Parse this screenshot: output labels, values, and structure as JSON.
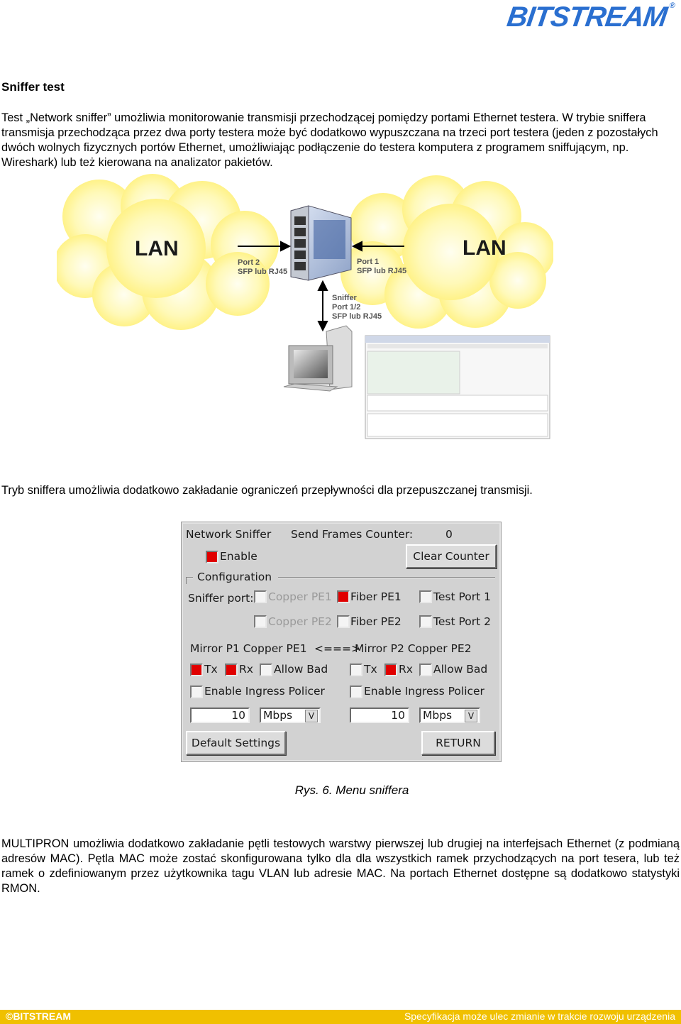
{
  "brand": {
    "logo": "BITSTREAM",
    "registered": "®"
  },
  "heading": "Sniffer test",
  "paragraph1": "Test „Network sniffer” umożliwia monitorowanie transmisji przechodzącej pomiędzy portami Ethernet testera. W trybie sniffera transmisja przechodząca przez dwa porty testera może być dodatkowo wypuszczana na trzeci port testera (jeden z pozostałych dwóch wolnych fizycznych portów Ethernet, umożliwiając podłączenie do testera komputera z programem sniffującym, np. Wireshark) lub też kierowana na analizator pakietów.",
  "diagram": {
    "lan_left": "LAN",
    "lan_right": "LAN",
    "port2_line1": "Port 2",
    "port2_line2": "SFP lub RJ45",
    "port1_line1": "Port 1",
    "port1_line2": "SFP lub RJ45",
    "sniffer_line1": "Sniffer",
    "sniffer_line2": "Port 1/2",
    "sniffer_line3": "SFP lub RJ45"
  },
  "paragraph2": "Tryb sniffera umożliwia dodatkowo zakładanie ograniczeń przepływności dla przepuszczanej transmisji.",
  "menu": {
    "title": "Network Sniffer",
    "counter_label": "Send Frames Counter:",
    "counter_value": "0",
    "enable_label": "Enable",
    "enable_checked": true,
    "clear_button": "Clear Counter",
    "config_legend": "Configuration",
    "sniffer_port_label": "Sniffer port:",
    "ports": [
      {
        "label": "Copper PE1",
        "checked": false,
        "disabled": true
      },
      {
        "label": "Fiber PE1",
        "checked": true,
        "disabled": false
      },
      {
        "label": "Test Port 1",
        "checked": false,
        "disabled": false
      },
      {
        "label": "Copper PE2",
        "checked": false,
        "disabled": true
      },
      {
        "label": "Fiber PE2",
        "checked": false,
        "disabled": false
      },
      {
        "label": "Test Port 2",
        "checked": false,
        "disabled": false
      }
    ],
    "mirror_p1": "Mirror P1 Copper PE1",
    "mirror_arrow": "<===>",
    "mirror_p2": "Mirror P2 Copper PE2",
    "left": {
      "tx_label": "Tx",
      "tx_checked": true,
      "rx_label": "Rx",
      "rx_checked": true,
      "bad_label": "Allow Bad",
      "bad_checked": false,
      "policer_label": "Enable Ingress Policer",
      "policer_checked": false,
      "rate_value": "10",
      "unit_value": "Mbps"
    },
    "right": {
      "tx_label": "Tx",
      "tx_checked": false,
      "rx_label": "Rx",
      "rx_checked": true,
      "bad_label": "Allow Bad",
      "bad_checked": false,
      "policer_label": "Enable Ingress Policer",
      "policer_checked": false,
      "rate_value": "10",
      "unit_value": "Mbps"
    },
    "dropdown_glyph": "V",
    "default_button": "Default Settings",
    "return_button": "RETURN"
  },
  "caption": "Rys. 6.  Menu sniffera",
  "paragraph3": "MULTIPRON umożliwia dodatkowo zakładanie pętli testowych warstwy pierwszej lub drugiej na interfejsach Ethernet (z podmianą adresów MAC). Pętla MAC może zostać skonfigurowana tylko dla dla wszystkich ramek przychodzących na port tesera, lub też ramek o zdefiniowanym przez użytkownika tagu VLAN lub adresie MAC. Na portach Ethernet dostępne są dodatkowo statystyki RMON.",
  "footer": {
    "left": "©BITSTREAM",
    "right": "Specyfikacja może ulec zmianie w  trakcie rozwoju urządzenia"
  },
  "colors": {
    "brand_blue": "#2a6fd0",
    "cloud_yellow": "#fff6a0",
    "checkbox_red": "#e00000",
    "footer_bar": "#f0c000"
  }
}
